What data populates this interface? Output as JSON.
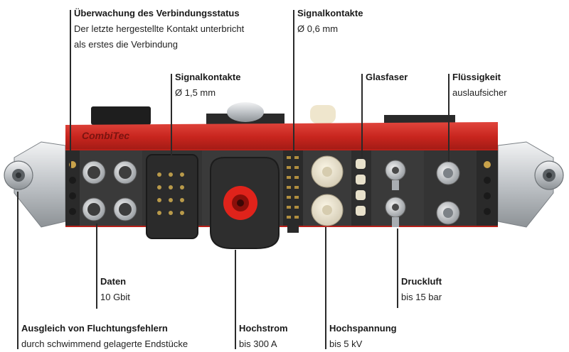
{
  "callouts": {
    "status": {
      "title": "Überwachung des Verbindungsstatus",
      "desc1": "Der letzte hergestellte Kontakt unterbricht",
      "desc2": "als erstes die Verbindung"
    },
    "signal06": {
      "title": "Signalkontakte",
      "desc": "Ø 0,6 mm"
    },
    "signal15": {
      "title": "Signalkontakte",
      "desc": "Ø 1,5 mm"
    },
    "glasfaser": {
      "title": "Glasfaser",
      "desc": ""
    },
    "fluessigkeit": {
      "title": "Flüssigkeit",
      "desc": "auslaufsicher"
    },
    "daten": {
      "title": "Daten",
      "desc": "10 Gbit"
    },
    "druckluft": {
      "title": "Druckluft",
      "desc": "bis 15 bar"
    },
    "ausgleich": {
      "title": "Ausgleich von Fluchtungsfehlern",
      "desc": "durch schwimmend gelagerte Endstücke"
    },
    "hochstrom": {
      "title": "Hochstrom",
      "desc": "bis 300 A"
    },
    "hochspannung": {
      "title": "Hochspannung",
      "desc": "bis 5 kV"
    }
  },
  "product": {
    "brand_text": "CombiTec"
  },
  "colors": {
    "housing_red": "#c8251e",
    "module_dark": "#3a3a3a",
    "frame_silver": "#c9cdd1",
    "accent_red": "#e0231b"
  }
}
